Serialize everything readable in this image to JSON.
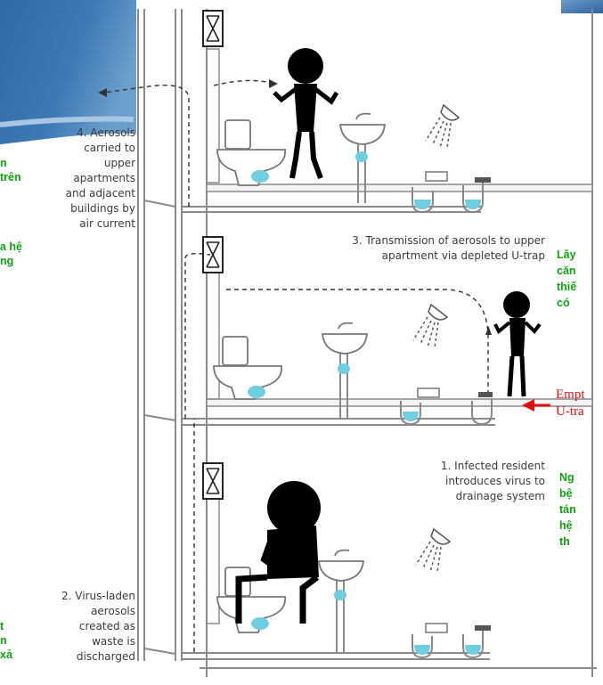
{
  "labels": {
    "aerosols_upper": [
      "4. Aerosols",
      "carried to",
      "upper",
      "apartments",
      "and adjacent",
      "buildings by",
      "air current"
    ],
    "transmission": [
      "3. Transmission of aerosols to upper",
      "apartment via depleted U-trap"
    ],
    "infected": [
      "1. Infected resident",
      "introduces virus to",
      "drainage system"
    ],
    "virus_laden": [
      "2. Virus-laden",
      "aerosols",
      "created as",
      "waste is",
      "discharged"
    ]
  },
  "overlay_left": {
    "block1": [
      "n",
      "trên"
    ],
    "block2": [
      "a hệ",
      "ng"
    ],
    "block3": [
      "t",
      "n",
      "xả"
    ]
  },
  "overlay_right": {
    "block1": [
      "Lây",
      "căn",
      "thiế",
      "có"
    ],
    "block2": [
      "Ng",
      "bệ",
      "tán",
      "hệ",
      "th"
    ]
  },
  "empty_trap": [
    "Empt",
    "U-tra"
  ],
  "colors": {
    "overlay_green": "#13a013",
    "annotation_red": "#e01010",
    "corner_blue": "#2f6fae",
    "water_cyan": "#6fcfe0"
  }
}
